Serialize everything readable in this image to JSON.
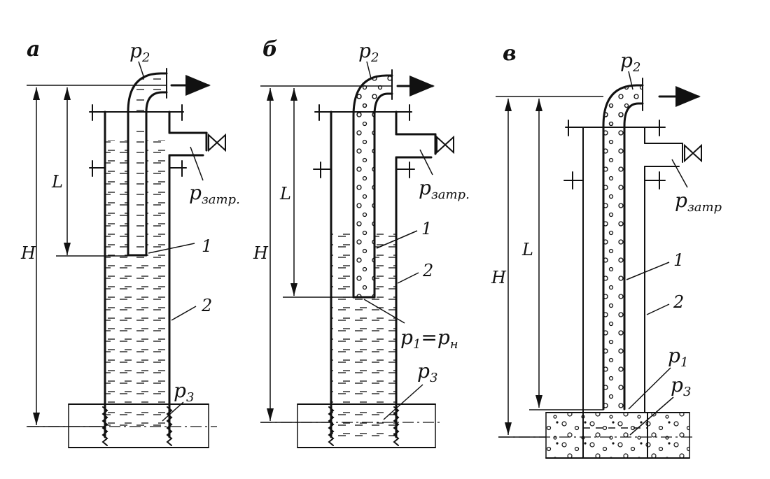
{
  "panels": [
    {
      "letter": "а",
      "top_label": "р",
      "top_sub": "2",
      "side_label": "р",
      "side_sub": "затр.",
      "length_label": "L",
      "height_label": "H",
      "pipe_label": "1",
      "casing_label": "2",
      "bottom_label": "р",
      "bottom_sub": "3"
    },
    {
      "letter": "б",
      "top_label": "р",
      "top_sub": "2",
      "side_label": "р",
      "side_sub": "затр.",
      "length_label": "L",
      "height_label": "H",
      "pipe_label": "1",
      "casing_label": "2",
      "shoe_label_p": "р",
      "shoe_label_sub1": "1",
      "shoe_label_eq": "=р",
      "shoe_label_sub2": "н",
      "bottom_label": "р",
      "bottom_sub": "3"
    },
    {
      "letter": "в",
      "top_label": "р",
      "top_sub": "2",
      "side_label": "р",
      "side_sub": "затр",
      "length_label": "L",
      "height_label": "H",
      "pipe_label": "1",
      "casing_label": "2",
      "shoe_label_p": "р",
      "shoe_label_sub1": "1",
      "bottom_label": "р",
      "bottom_sub": "3"
    }
  ]
}
